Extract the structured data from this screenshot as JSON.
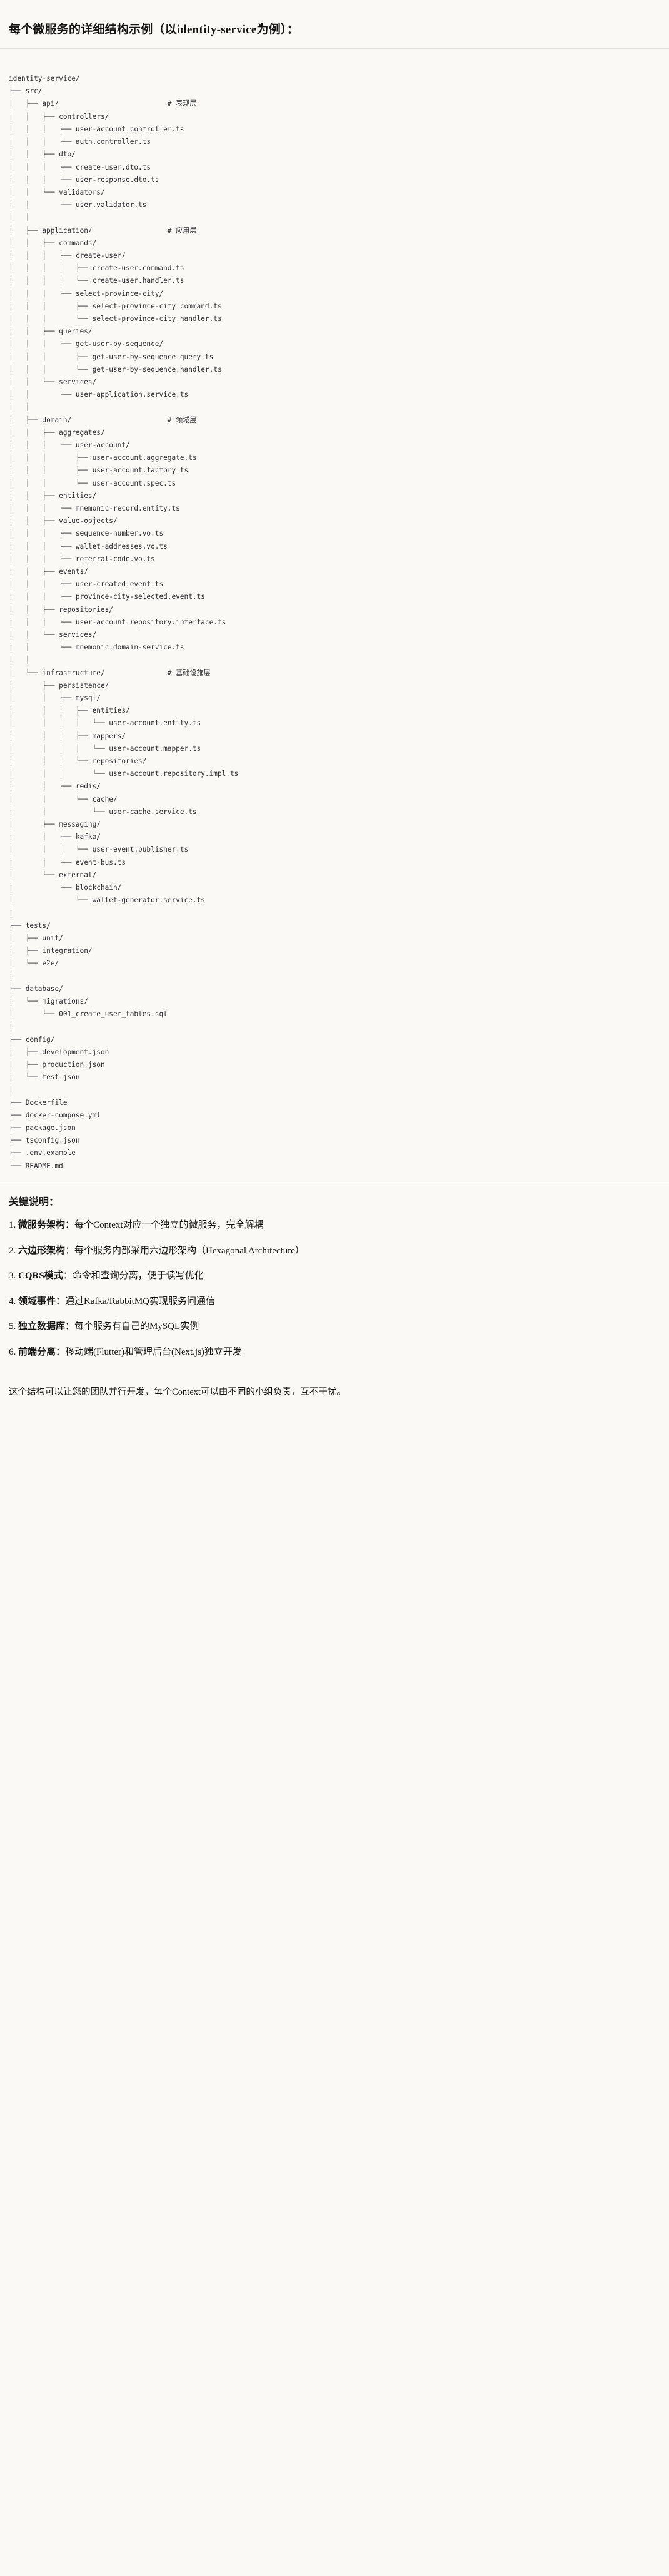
{
  "heading": "每个微服务的详细结构示例（以identity-service为例）：",
  "tree": {
    "root_label": "identity-service/",
    "comments": {
      "api": "# 表现层",
      "application": "# 应用层",
      "domain": "# 领域层",
      "infrastructure": "# 基础设施层"
    },
    "comment_column": 44,
    "lines": [
      "identity-service/",
      "├── src/",
      "│   ├── api/                          # 表现层",
      "│   │   ├── controllers/",
      "│   │   │   ├── user-account.controller.ts",
      "│   │   │   └── auth.controller.ts",
      "│   │   ├── dto/",
      "│   │   │   ├── create-user.dto.ts",
      "│   │   │   └── user-response.dto.ts",
      "│   │   └── validators/",
      "│   │       └── user.validator.ts",
      "│   │",
      "│   ├── application/                  # 应用层",
      "│   │   ├── commands/",
      "│   │   │   ├── create-user/",
      "│   │   │   │   ├── create-user.command.ts",
      "│   │   │   │   └── create-user.handler.ts",
      "│   │   │   └── select-province-city/",
      "│   │   │       ├── select-province-city.command.ts",
      "│   │   │       └── select-province-city.handler.ts",
      "│   │   ├── queries/",
      "│   │   │   └── get-user-by-sequence/",
      "│   │   │       ├── get-user-by-sequence.query.ts",
      "│   │   │       └── get-user-by-sequence.handler.ts",
      "│   │   └── services/",
      "│   │       └── user-application.service.ts",
      "│   │",
      "│   ├── domain/                       # 领域层",
      "│   │   ├── aggregates/",
      "│   │   │   └── user-account/",
      "│   │   │       ├── user-account.aggregate.ts",
      "│   │   │       ├── user-account.factory.ts",
      "│   │   │       └── user-account.spec.ts",
      "│   │   ├── entities/",
      "│   │   │   └── mnemonic-record.entity.ts",
      "│   │   ├── value-objects/",
      "│   │   │   ├── sequence-number.vo.ts",
      "│   │   │   ├── wallet-addresses.vo.ts",
      "│   │   │   └── referral-code.vo.ts",
      "│   │   ├── events/",
      "│   │   │   ├── user-created.event.ts",
      "│   │   │   └── province-city-selected.event.ts",
      "│   │   ├── repositories/",
      "│   │   │   └── user-account.repository.interface.ts",
      "│   │   └── services/",
      "│   │       └── mnemonic.domain-service.ts",
      "│   │",
      "│   └── infrastructure/               # 基础设施层",
      "│       ├── persistence/",
      "│       │   ├── mysql/",
      "│       │   │   ├── entities/",
      "│       │   │   │   └── user-account.entity.ts",
      "│       │   │   ├── mappers/",
      "│       │   │   │   └── user-account.mapper.ts",
      "│       │   │   └── repositories/",
      "│       │   │       └── user-account.repository.impl.ts",
      "│       │   └── redis/",
      "│       │       └── cache/",
      "│       │           └── user-cache.service.ts",
      "│       ├── messaging/",
      "│       │   ├── kafka/",
      "│       │   │   └── user-event.publisher.ts",
      "│       │   └── event-bus.ts",
      "│       └── external/",
      "│           └── blockchain/",
      "│               └── wallet-generator.service.ts",
      "│",
      "├── tests/",
      "│   ├── unit/",
      "│   ├── integration/",
      "│   └── e2e/",
      "│",
      "├── database/",
      "│   └── migrations/",
      "│       └── 001_create_user_tables.sql",
      "│",
      "├── config/",
      "│   ├── development.json",
      "│   ├── production.json",
      "│   └── test.json",
      "│",
      "├── Dockerfile",
      "├── docker-compose.yml",
      "├── package.json",
      "├── tsconfig.json",
      "├── .env.example",
      "└── README.md"
    ]
  },
  "notes": {
    "title": "关键说明：",
    "separator": "：",
    "items": [
      {
        "term": "微服务架构",
        "desc": "每个Context对应一个独立的微服务，完全解耦"
      },
      {
        "term": "六边形架构",
        "desc": "每个服务内部采用六边形架构（Hexagonal Architecture）"
      },
      {
        "term": "CQRS模式",
        "desc": "命令和查询分离，便于读写优化"
      },
      {
        "term": "领域事件",
        "desc": "通过Kafka/RabbitMQ实现服务间通信"
      },
      {
        "term": "独立数据库",
        "desc": "每个服务有自己的MySQL实例"
      },
      {
        "term": "前端分离",
        "desc": "移动端(Flutter)和管理后台(Next.js)独立开发"
      }
    ],
    "closing": "这个结构可以让您的团队并行开发，每个Context可以由不同的小组负责，互不干扰。"
  },
  "colors": {
    "background": "#faf9f5",
    "text": "#141413",
    "code_text": "#2f3033",
    "divider": "#e8e6dd"
  }
}
